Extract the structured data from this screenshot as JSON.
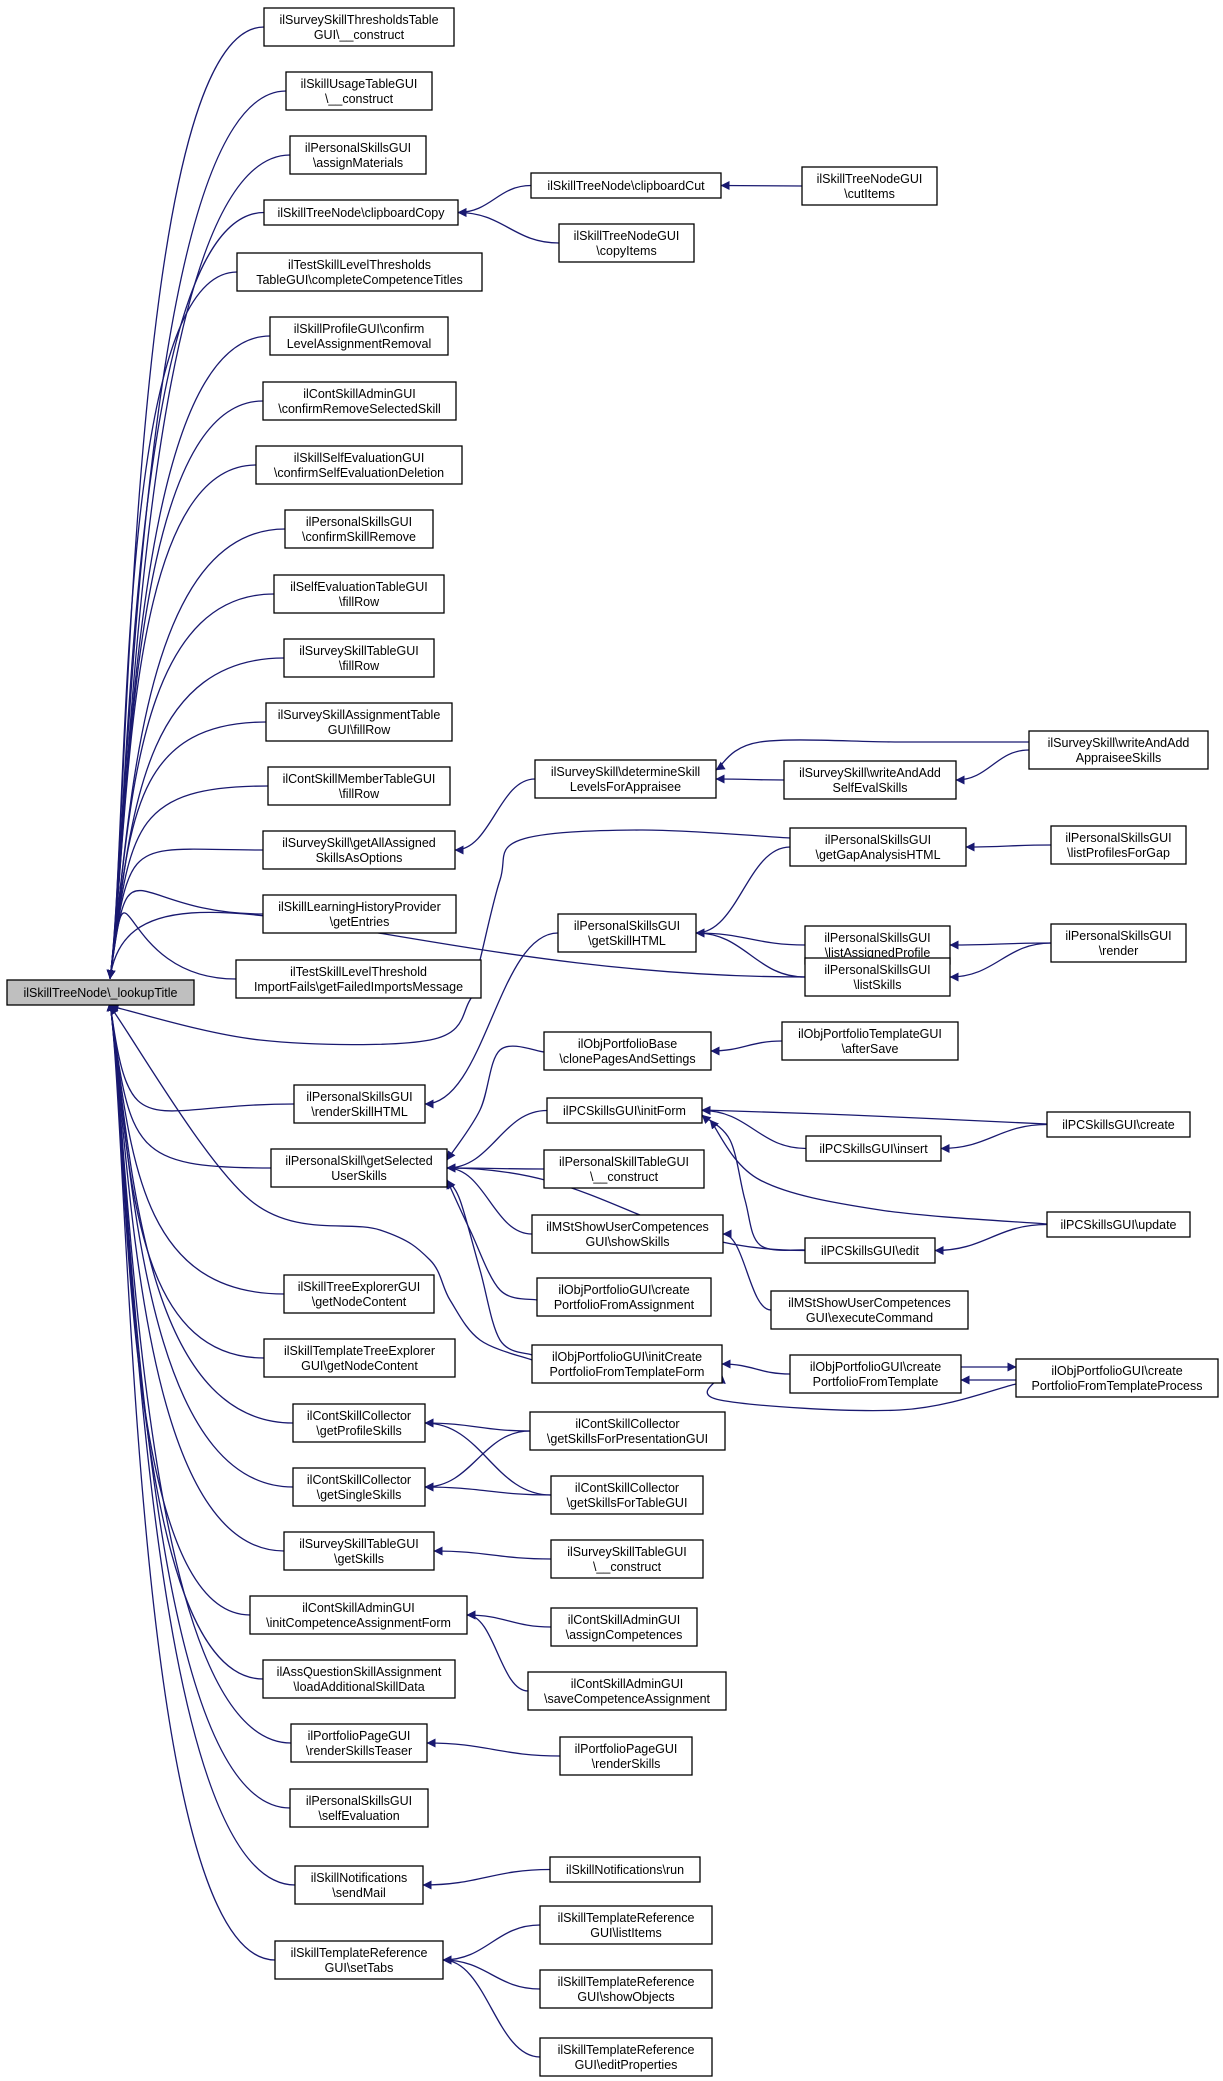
{
  "title": "",
  "chart_data": {
    "type": "diagram",
    "kind": "call graph (callers)",
    "colors": {
      "edge": "#191970",
      "root_fill": "#bfbfbf",
      "node_fill": "#ffffff"
    },
    "root": "ilSkillTreeNode\\_lookupTitle",
    "nodes": [
      {
        "id": "root",
        "lines": [
          "ilSkillTreeNode\\_lookupTitle"
        ]
      },
      {
        "id": "n1",
        "lines": [
          "ilSurveySkillThresholdsTable",
          "GUI\\__construct"
        ]
      },
      {
        "id": "n2",
        "lines": [
          "ilSkillUsageTableGUI",
          "\\__construct"
        ]
      },
      {
        "id": "n3",
        "lines": [
          "ilPersonalSkillsGUI",
          "\\assignMaterials"
        ]
      },
      {
        "id": "n4",
        "lines": [
          "ilSkillTreeNode\\clipboardCopy"
        ]
      },
      {
        "id": "n5",
        "lines": [
          "ilTestSkillLevelThresholds",
          "TableGUI\\completeCompetenceTitles"
        ]
      },
      {
        "id": "n6",
        "lines": [
          "ilSkillProfileGUI\\confirm",
          "LevelAssignmentRemoval"
        ]
      },
      {
        "id": "n7",
        "lines": [
          "ilContSkillAdminGUI",
          "\\confirmRemoveSelectedSkill"
        ]
      },
      {
        "id": "n8",
        "lines": [
          "ilSkillSelfEvaluationGUI",
          "\\confirmSelfEvaluationDeletion"
        ]
      },
      {
        "id": "n9",
        "lines": [
          "ilPersonalSkillsGUI",
          "\\confirmSkillRemove"
        ]
      },
      {
        "id": "n10",
        "lines": [
          "ilSelfEvaluationTableGUI",
          "\\fillRow"
        ]
      },
      {
        "id": "n11",
        "lines": [
          "ilSurveySkillTableGUI",
          "\\fillRow"
        ]
      },
      {
        "id": "n12",
        "lines": [
          "ilSurveySkillAssignmentTable",
          "GUI\\fillRow"
        ]
      },
      {
        "id": "n13",
        "lines": [
          "ilContSkillMemberTableGUI",
          "\\fillRow"
        ]
      },
      {
        "id": "n14",
        "lines": [
          "ilSurveySkill\\getAllAssigned",
          "SkillsAsOptions"
        ]
      },
      {
        "id": "n15",
        "lines": [
          "ilSkillLearningHistoryProvider",
          "\\getEntries"
        ]
      },
      {
        "id": "n16",
        "lines": [
          "ilTestSkillLevelThreshold",
          "ImportFails\\getFailedImportsMessage"
        ]
      },
      {
        "id": "n17",
        "lines": [
          "ilPersonalSkillsGUI",
          "\\renderSkillHTML"
        ]
      },
      {
        "id": "n18",
        "lines": [
          "ilPersonalSkill\\getSelected",
          "UserSkills"
        ]
      },
      {
        "id": "n19",
        "lines": [
          "ilSkillTreeExplorerGUI",
          "\\getNodeContent"
        ]
      },
      {
        "id": "n20",
        "lines": [
          "ilSkillTemplateTreeExplorer",
          "GUI\\getNodeContent"
        ]
      },
      {
        "id": "n21",
        "lines": [
          "ilContSkillCollector",
          "\\getProfileSkills"
        ]
      },
      {
        "id": "n22",
        "lines": [
          "ilContSkillCollector",
          "\\getSingleSkills"
        ]
      },
      {
        "id": "n23",
        "lines": [
          "ilSurveySkillTableGUI",
          "\\getSkills"
        ]
      },
      {
        "id": "n24",
        "lines": [
          "ilContSkillAdminGUI",
          "\\initCompetenceAssignmentForm"
        ]
      },
      {
        "id": "n25",
        "lines": [
          "ilAssQuestionSkillAssignment",
          "\\loadAdditionalSkillData"
        ]
      },
      {
        "id": "n26",
        "lines": [
          "ilPortfolioPageGUI",
          "\\renderSkillsTeaser"
        ]
      },
      {
        "id": "n27",
        "lines": [
          "ilPersonalSkillsGUI",
          "\\selfEvaluation"
        ]
      },
      {
        "id": "n28",
        "lines": [
          "ilSkillNotifications",
          "\\sendMail"
        ]
      },
      {
        "id": "n29",
        "lines": [
          "ilSkillTemplateReference",
          "GUI\\setTabs"
        ]
      },
      {
        "id": "m1",
        "lines": [
          "ilSkillTreeNode\\clipboardCut"
        ]
      },
      {
        "id": "m2",
        "lines": [
          "ilSkillTreeNodeGUI",
          "\\copyItems"
        ]
      },
      {
        "id": "m3",
        "lines": [
          "ilSurveySkill\\determineSkill",
          "LevelsForAppraisee"
        ]
      },
      {
        "id": "m4",
        "lines": [
          "ilPersonalSkillsGUI",
          "\\getGapAnalysisHTML"
        ]
      },
      {
        "id": "m5",
        "lines": [
          "ilPersonalSkillsGUI",
          "\\getSkillHTML"
        ]
      },
      {
        "id": "m6",
        "lines": [
          "ilPersonalSkillsGUI",
          "\\listAssignedProfile"
        ]
      },
      {
        "id": "m7",
        "lines": [
          "ilPersonalSkillsGUI",
          "\\listSkills"
        ]
      },
      {
        "id": "m8",
        "lines": [
          "ilObjPortfolioBase",
          "\\clonePagesAndSettings"
        ]
      },
      {
        "id": "m9",
        "lines": [
          "ilPCSkillsGUI\\initForm"
        ]
      },
      {
        "id": "m10",
        "lines": [
          "ilPCSkillsGUI\\insert"
        ]
      },
      {
        "id": "m11",
        "lines": [
          "ilPersonalSkillTableGUI",
          "\\__construct"
        ]
      },
      {
        "id": "m12",
        "lines": [
          "ilMStShowUserCompetences",
          "GUI\\showSkills"
        ]
      },
      {
        "id": "m13",
        "lines": [
          "ilPCSkillsGUI\\edit"
        ]
      },
      {
        "id": "m14",
        "lines": [
          "ilObjPortfolioGUI\\create",
          "PortfolioFromAssignment"
        ]
      },
      {
        "id": "m15",
        "lines": [
          "ilMStShowUserCompetences",
          "GUI\\executeCommand"
        ]
      },
      {
        "id": "m16",
        "lines": [
          "ilObjPortfolioGUI\\initCreate",
          "PortfolioFromTemplateForm"
        ]
      },
      {
        "id": "m17",
        "lines": [
          "ilObjPortfolioGUI\\create",
          "PortfolioFromTemplate"
        ]
      },
      {
        "id": "m18",
        "lines": [
          "ilContSkillCollector",
          "\\getSkillsForPresentationGUI"
        ]
      },
      {
        "id": "m19",
        "lines": [
          "ilContSkillCollector",
          "\\getSkillsForTableGUI"
        ]
      },
      {
        "id": "m20",
        "lines": [
          "ilSurveySkillTableGUI",
          "\\__construct"
        ]
      },
      {
        "id": "m21",
        "lines": [
          "ilContSkillAdminGUI",
          "\\assignCompetences"
        ]
      },
      {
        "id": "m22",
        "lines": [
          "ilContSkillAdminGUI",
          "\\saveCompetenceAssignment"
        ]
      },
      {
        "id": "m23",
        "lines": [
          "ilPortfolioPageGUI",
          "\\renderSkills"
        ]
      },
      {
        "id": "m24",
        "lines": [
          "ilSkillNotifications\\run"
        ]
      },
      {
        "id": "m25",
        "lines": [
          "ilSkillTemplateReference",
          "GUI\\listItems"
        ]
      },
      {
        "id": "m26",
        "lines": [
          "ilSkillTemplateReference",
          "GUI\\showObjects"
        ]
      },
      {
        "id": "m27",
        "lines": [
          "ilSkillTemplateReference",
          "GUI\\editProperties"
        ]
      },
      {
        "id": "r1",
        "lines": [
          "ilSkillTreeNodeGUI",
          "\\cutItems"
        ]
      },
      {
        "id": "r2",
        "lines": [
          "ilSurveySkill\\writeAndAdd",
          "SelfEvalSkills"
        ]
      },
      {
        "id": "r3",
        "lines": [
          "ilObjPortfolioTemplateGUI",
          "\\afterSave"
        ]
      },
      {
        "id": "f1",
        "lines": [
          "ilSurveySkill\\writeAndAdd",
          "AppraiseeSkills"
        ]
      },
      {
        "id": "f2",
        "lines": [
          "ilPersonalSkillsGUI",
          "\\listProfilesForGap"
        ]
      },
      {
        "id": "f3",
        "lines": [
          "ilPersonalSkillsGUI",
          "\\render"
        ]
      },
      {
        "id": "f4",
        "lines": [
          "ilPCSkillsGUI\\create"
        ]
      },
      {
        "id": "f5",
        "lines": [
          "ilPCSkillsGUI\\update"
        ]
      },
      {
        "id": "f6",
        "lines": [
          "ilObjPortfolioGUI\\create",
          "PortfolioFromTemplateProcess"
        ]
      }
    ],
    "edges": [
      [
        "n1",
        "root"
      ],
      [
        "n2",
        "root"
      ],
      [
        "n3",
        "root"
      ],
      [
        "n4",
        "root"
      ],
      [
        "n5",
        "root"
      ],
      [
        "n6",
        "root"
      ],
      [
        "n7",
        "root"
      ],
      [
        "n8",
        "root"
      ],
      [
        "n9",
        "root"
      ],
      [
        "n10",
        "root"
      ],
      [
        "n11",
        "root"
      ],
      [
        "n12",
        "root"
      ],
      [
        "n13",
        "root"
      ],
      [
        "n14",
        "root"
      ],
      [
        "n15",
        "root"
      ],
      [
        "n16",
        "root"
      ],
      [
        "n17",
        "root"
      ],
      [
        "n18",
        "root"
      ],
      [
        "n19",
        "root"
      ],
      [
        "n20",
        "root"
      ],
      [
        "n21",
        "root"
      ],
      [
        "n22",
        "root"
      ],
      [
        "n23",
        "root"
      ],
      [
        "n24",
        "root"
      ],
      [
        "n25",
        "root"
      ],
      [
        "n26",
        "root"
      ],
      [
        "n27",
        "root"
      ],
      [
        "n28",
        "root"
      ],
      [
        "n29",
        "root"
      ],
      [
        "m4",
        "root"
      ],
      [
        "m7",
        "root"
      ],
      [
        "m16",
        "root"
      ],
      [
        "m1",
        "n4"
      ],
      [
        "m2",
        "n4"
      ],
      [
        "r1",
        "m1"
      ],
      [
        "m3",
        "n14"
      ],
      [
        "r2",
        "m3"
      ],
      [
        "f1",
        "m3"
      ],
      [
        "f1",
        "r2"
      ],
      [
        "m4",
        "m5"
      ],
      [
        "m6",
        "m5"
      ],
      [
        "m7",
        "m5"
      ],
      [
        "m5",
        "n17"
      ],
      [
        "f2",
        "m4"
      ],
      [
        "f3",
        "m6"
      ],
      [
        "f3",
        "m7"
      ],
      [
        "m8",
        "n18"
      ],
      [
        "m9",
        "n18"
      ],
      [
        "m11",
        "n18"
      ],
      [
        "m12",
        "n18"
      ],
      [
        "m14",
        "n18"
      ],
      [
        "m16",
        "n18"
      ],
      [
        "m13",
        "n18"
      ],
      [
        "r3",
        "m8"
      ],
      [
        "m10",
        "m9"
      ],
      [
        "f4",
        "m9"
      ],
      [
        "f5",
        "m9"
      ],
      [
        "m13",
        "m9"
      ],
      [
        "f4",
        "m10"
      ],
      [
        "f5",
        "m13"
      ],
      [
        "m15",
        "m12"
      ],
      [
        "m17",
        "m16"
      ],
      [
        "f6",
        "m16"
      ],
      [
        "f6",
        "m17"
      ],
      [
        "m17",
        "f6"
      ],
      [
        "m18",
        "n21"
      ],
      [
        "m19",
        "n21"
      ],
      [
        "m18",
        "n22"
      ],
      [
        "m19",
        "n22"
      ],
      [
        "m20",
        "n23"
      ],
      [
        "m21",
        "n24"
      ],
      [
        "m22",
        "n24"
      ],
      [
        "m23",
        "n26"
      ],
      [
        "m24",
        "n28"
      ],
      [
        "m25",
        "n29"
      ],
      [
        "m26",
        "n29"
      ],
      [
        "m27",
        "n29"
      ]
    ]
  }
}
